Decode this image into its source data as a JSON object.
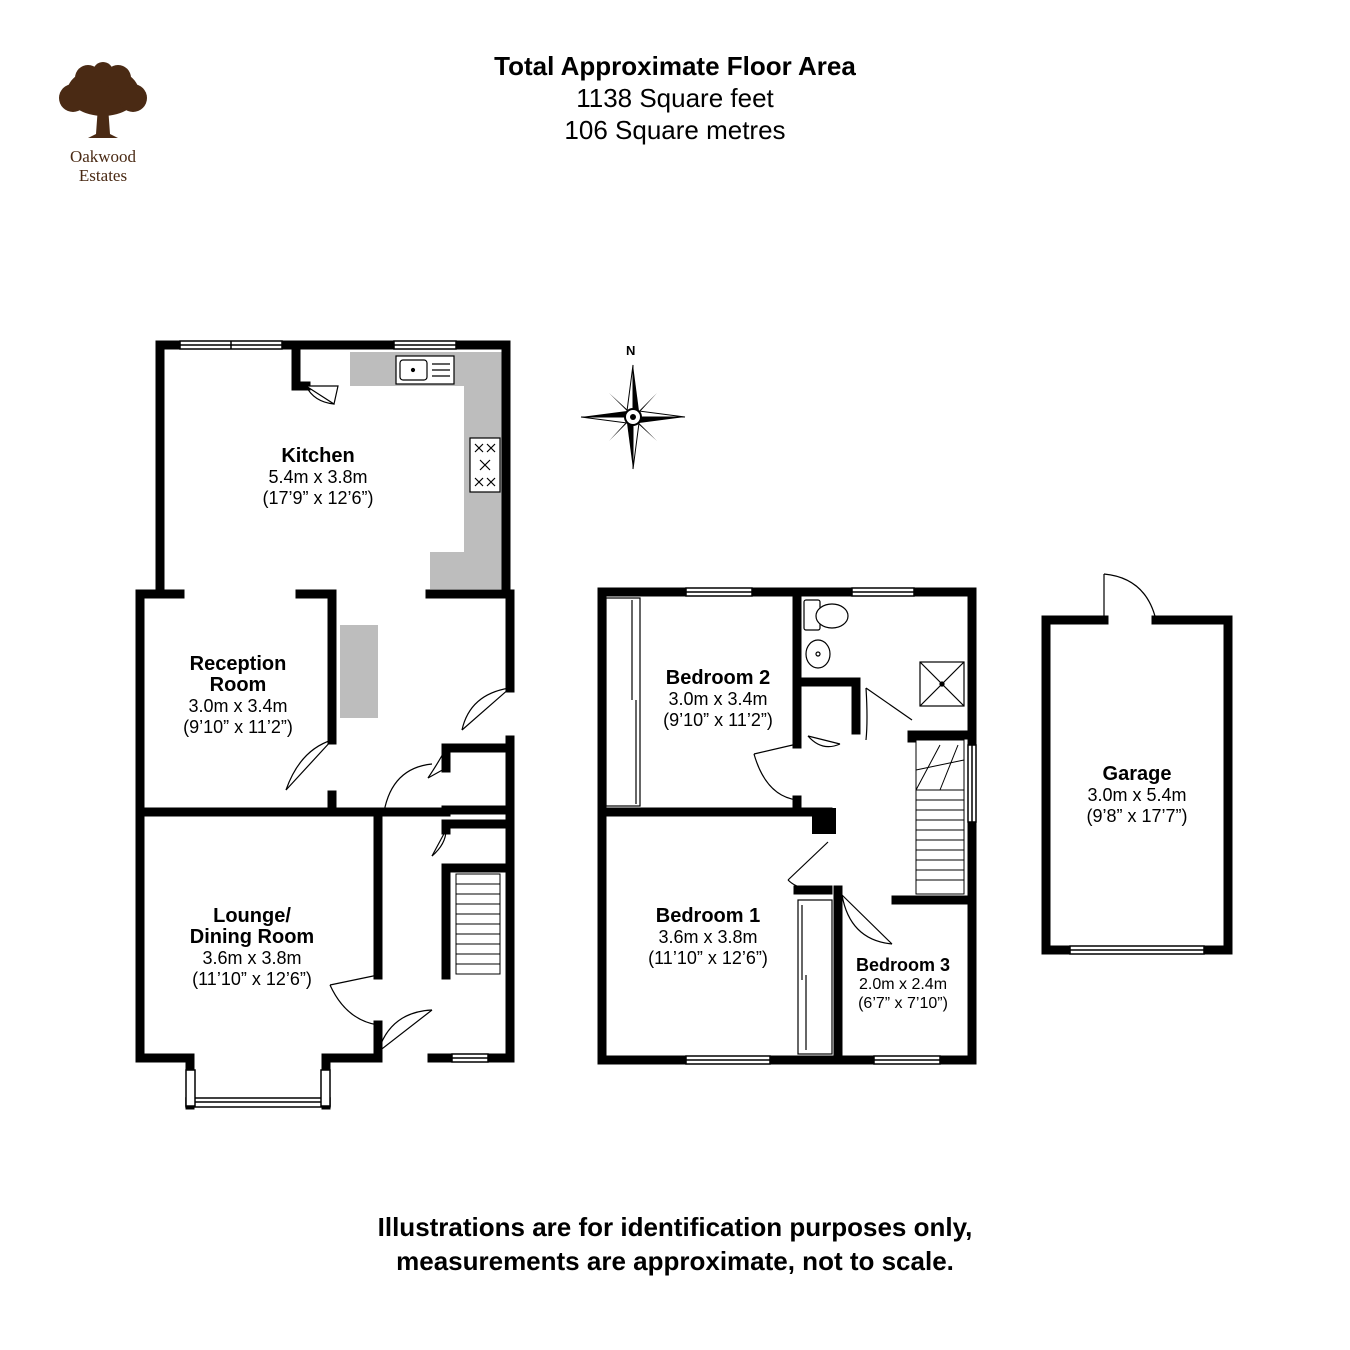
{
  "header": {
    "title": "Total Approximate Floor Area",
    "area_sqft": "1138 Square feet",
    "area_sqm": "106 Square metres"
  },
  "logo": {
    "line1": "Oakwood",
    "line2": "Estates",
    "color": "#4a2a14"
  },
  "compass": {
    "north": "N"
  },
  "rooms": {
    "kitchen": {
      "name": "Kitchen",
      "metric": "5.4m x 3.8m",
      "imperial": "(17’9” x 12’6”)"
    },
    "reception": {
      "name1": "Reception",
      "name2": "Room",
      "metric": "3.0m x 3.4m",
      "imperial": "(9’10” x 11’2”)"
    },
    "lounge": {
      "name1": "Lounge/",
      "name2": "Dining Room",
      "metric": "3.6m x 3.8m",
      "imperial": "(11’10” x 12’6”)"
    },
    "bedroom2": {
      "name": "Bedroom 2",
      "metric": "3.0m x 3.4m",
      "imperial": "(9’10” x 11’2”)"
    },
    "bedroom1": {
      "name": "Bedroom 1",
      "metric": "3.6m x 3.8m",
      "imperial": "(11’10” x 12’6”)"
    },
    "bedroom3": {
      "name": "Bedroom 3",
      "metric": "2.0m x 2.4m",
      "imperial": "(6’7” x 7’10”)"
    },
    "garage": {
      "name": "Garage",
      "metric": "3.0m x 5.4m",
      "imperial": "(9’8” x 17’7”)"
    }
  },
  "footer": {
    "line1": "Illustrations are for identification purposes only,",
    "line2": "measurements are approximate, not to scale."
  },
  "colors": {
    "wall": "#000000",
    "worktop": "#bdbdbd",
    "brand": "#4a2a14"
  }
}
